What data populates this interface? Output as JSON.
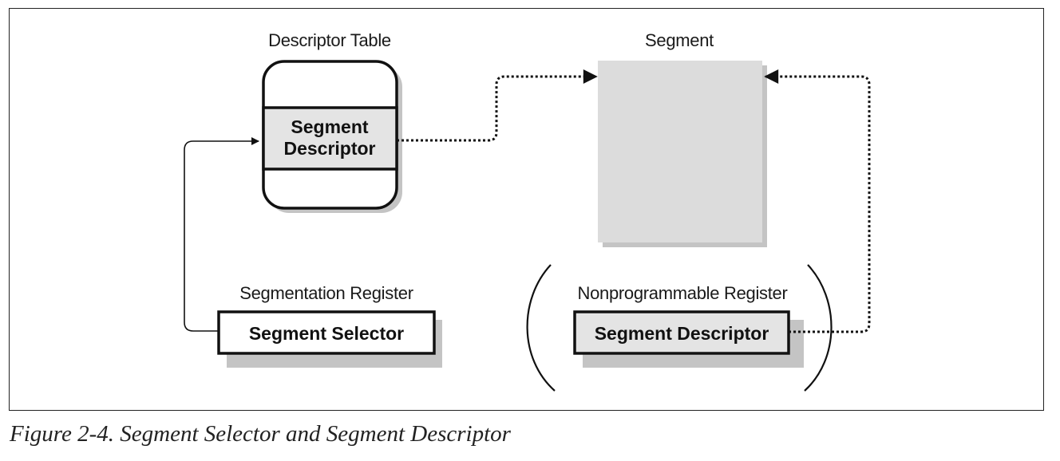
{
  "descriptor_table": {
    "title": "Descriptor Table",
    "entry_line1": "Segment",
    "entry_line2": "Descriptor"
  },
  "segment": {
    "title": "Segment",
    "fill_color": "#dcdcdc"
  },
  "segmentation_register": {
    "title": "Segmentation Register",
    "content": "Segment Selector"
  },
  "nonprogrammable_register": {
    "title": "Nonprogrammable Register",
    "content": "Segment Descriptor"
  },
  "caption": "Figure 2-4. Segment Selector and Segment Descriptor",
  "colors": {
    "highlight": "#e4e4e4",
    "shadow": "#bdbdbd",
    "stroke": "#111111"
  }
}
